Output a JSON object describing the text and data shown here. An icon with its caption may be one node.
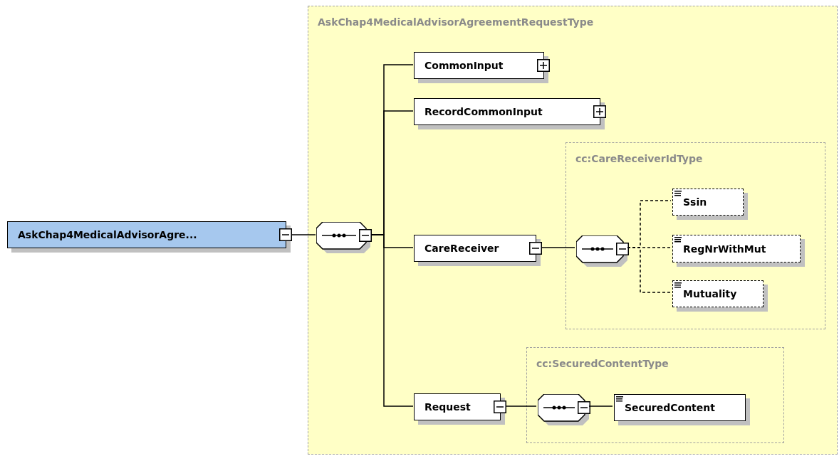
{
  "diagram": {
    "nodes": [
      {
        "text": [
          "AskChap4MedicalAdvisorAgre..."
        ]
      },
      {
        "text": [
          "AskChap4MedicalAdvisorAgreementRequestType"
        ]
      },
      {
        "text": [],
        "shape": "octagon",
        "in": 1
      },
      {
        "text": [
          "CommonInput"
        ],
        "in": 1
      },
      {
        "text": [
          "RecordCommonInput"
        ],
        "in": 1
      },
      {
        "text": [
          "CareReceiver"
        ],
        "in": 1
      },
      {
        "text": [
          "cc:CareReceiverIdType"
        ],
        "in": 1
      },
      {
        "text": [],
        "shape": "octagon",
        "in": 6
      },
      {
        "text": [
          "Ssin"
        ],
        "in": 6
      },
      {
        "text": [
          "RegNrWithMut"
        ],
        "in": 6
      },
      {
        "text": [
          "Mutuality"
        ],
        "in": 6
      },
      {
        "text": [
          "Request"
        ],
        "in": 1
      },
      {
        "text": [
          "cc:SecuredContentType"
        ],
        "in": 1
      },
      {
        "text": [],
        "shape": "octagon",
        "in": 12
      },
      {
        "text": [
          "SecuredContent"
        ],
        "in": 12
      }
    ],
    "edges": [
      {
        "from": 0,
        "to": 2,
        "arrow": "none"
      },
      {
        "from": 2,
        "to": 3,
        "arrow": "none"
      },
      {
        "from": 2,
        "to": 4,
        "arrow": "none"
      },
      {
        "from": 2,
        "to": 5,
        "arrow": "none"
      },
      {
        "from": 2,
        "to": 11,
        "arrow": "none"
      },
      {
        "from": 5,
        "to": 7,
        "arrow": "none"
      },
      {
        "from": 7,
        "to": 8,
        "arrow": "none",
        "style": "dashed"
      },
      {
        "from": 7,
        "to": 9,
        "arrow": "none",
        "style": "dashed"
      },
      {
        "from": 7,
        "to": 10,
        "arrow": "none",
        "style": "dashed"
      },
      {
        "from": 11,
        "to": 13,
        "arrow": "none"
      },
      {
        "from": 13,
        "to": 14,
        "arrow": "none"
      }
    ]
  }
}
